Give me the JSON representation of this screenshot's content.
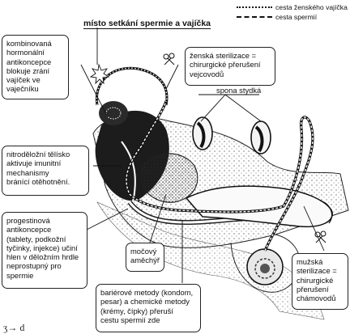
{
  "title": "místo setkání spermie a vajíčka",
  "legend": {
    "egg_path": "cesta ženského vajíčka",
    "sperm_path": "cesta spermií"
  },
  "boxes": {
    "hormonal": "kombinovaná\nhormonální\nantikoncepce\nblokuje zrání\nvajíček ve\nvaječníku",
    "female_sterilization": "ženská sterilizace =\nchirurgické přerušení\nvejcovodů",
    "iud": "nitroděložní tělísko\naktivuje imunitní\nmechanismy\nbránící otěhotnění.",
    "progestin": "progestinová\nantikoncepce\n(tablety, podkožní\ntyčinky, injekce) učiní\nhlen v děložním hrdle\nneprostupný pro\nspermie",
    "bladder": "močový\naměchýř",
    "barrier": "bariérové metody (kondom,\npesar) a chemické metody\n(krémy, čípky) přeruší\ncestu spermií zde",
    "male_sterilization": "mužská\nsterilizace =\nchirurgické\npřerušení\nchámovodů"
  },
  "labels": {
    "symphysis": "spona stydká"
  },
  "scrawl": "ʒ→ d"
}
